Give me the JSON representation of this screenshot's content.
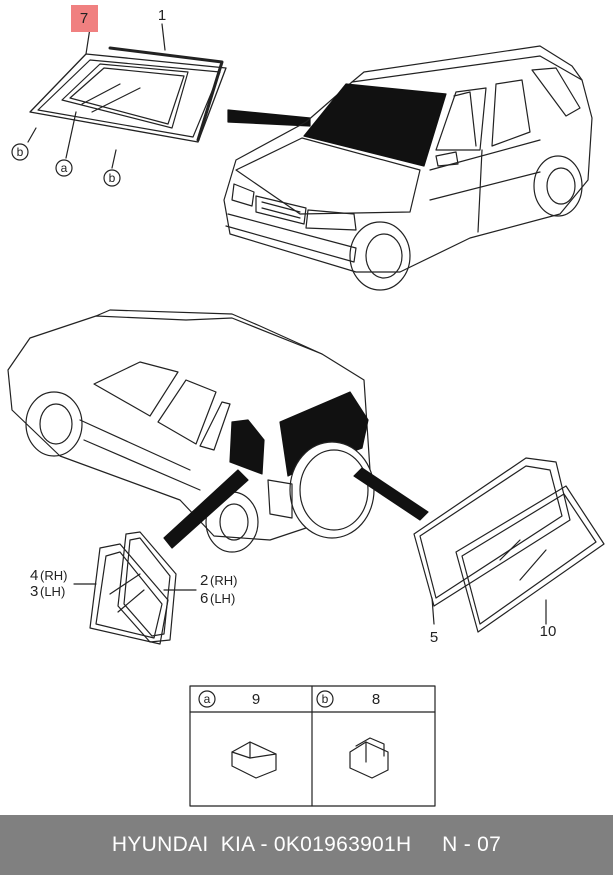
{
  "callouts": {
    "c7": "7",
    "c1": "1",
    "c4": "4",
    "c4_side": "(RH)",
    "c3": "3",
    "c3_side": "(LH)",
    "c2": "2",
    "c2_side": "(RH)",
    "c6": "6",
    "c6_side": "(LH)",
    "c5": "5",
    "c10": "10"
  },
  "circle_labels": {
    "a": "a",
    "b": "b"
  },
  "legend": {
    "col_a_letter": "a",
    "col_a_number": "9",
    "col_b_letter": "b",
    "col_b_number": "8"
  },
  "highlight_color": "#f08080",
  "footer": {
    "text": "HYUNDAI  KIA - 0K01963901H     N - 07"
  }
}
